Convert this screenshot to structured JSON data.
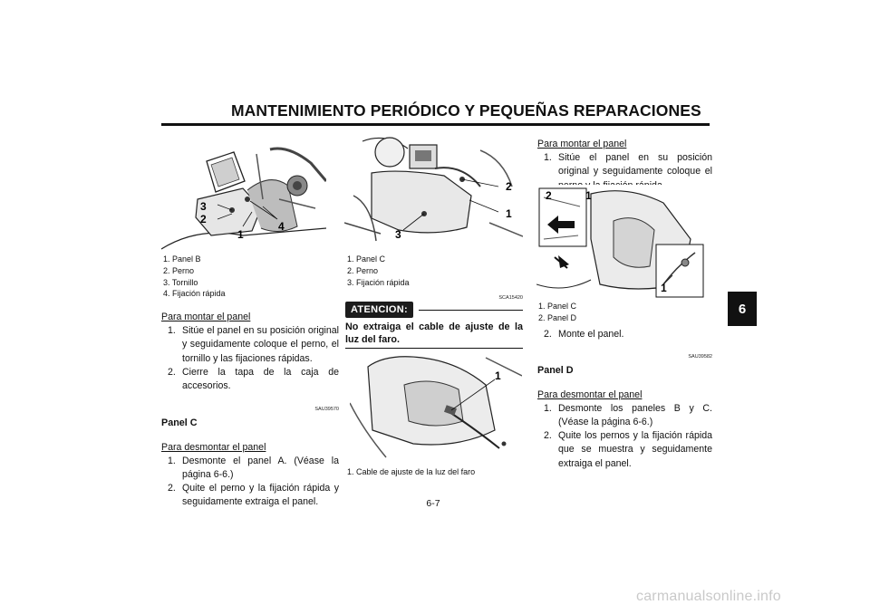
{
  "header": {
    "title": "MANTENIMIENTO PERIÓDICO Y PEQUEÑAS REPARACIONES",
    "chapter_tab": "6"
  },
  "col1": {
    "figure_callouts": [
      "3",
      "2",
      "1",
      "4"
    ],
    "captions": [
      "1. Panel B",
      "2. Perno",
      "3. Tornillo",
      "4. Fijación rápida"
    ],
    "mount_heading": "Para montar el panel",
    "mount_steps": [
      {
        "n": "1.",
        "text": "Sitúe el panel en su posición original y seguidamente coloque el perno, el tornillo y las fijaciones rápidas."
      },
      {
        "n": "2.",
        "text": "Cierre la tapa de la caja de accesorios."
      }
    ],
    "code": "SAU39570",
    "panel_title": "Panel C",
    "remove_heading": "Para desmontar el panel",
    "remove_steps": [
      {
        "n": "1.",
        "text": "Desmonte el panel A. (Véase la página 6-6.)"
      },
      {
        "n": "2.",
        "text": "Quite el perno y la fijación rápida y seguidamente extraiga el panel."
      }
    ]
  },
  "col2": {
    "figure_callouts": [
      "2",
      "1",
      "3"
    ],
    "captions": [
      "1. Panel C",
      "2. Perno",
      "3. Fijación rápida"
    ],
    "code": "SCA15420",
    "warning_label": "ATENCION:",
    "warning_text": "No extraiga el cable de ajuste de la luz del faro.",
    "figure2_callouts": [
      "1"
    ],
    "figure2_caption": "1. Cable de ajuste de la luz del faro"
  },
  "col3": {
    "mount_heading": "Para montar el panel",
    "mount_steps": [
      {
        "n": "1.",
        "text": "Sitúe el panel en su posición original y seguidamente coloque el perno y la fijación rápida."
      }
    ],
    "figure_callouts": [
      "2",
      "1",
      "1"
    ],
    "captions": [
      "1. Panel C",
      "2. Panel D"
    ],
    "after_step": {
      "n": "2.",
      "text": "Monte el panel."
    },
    "code": "SAU39582",
    "panel_title": "Panel D",
    "remove_heading": "Para desmontar el panel",
    "remove_steps": [
      {
        "n": "1.",
        "text": "Desmonte los paneles B y C. (Véase la página 6-6.)"
      },
      {
        "n": "2.",
        "text": "Quite los pernos y la fijación rápida que se muestra y seguidamente extraiga el panel."
      }
    ]
  },
  "footer": {
    "page_number": "6-7",
    "watermark": "carmanualsonline.info"
  }
}
